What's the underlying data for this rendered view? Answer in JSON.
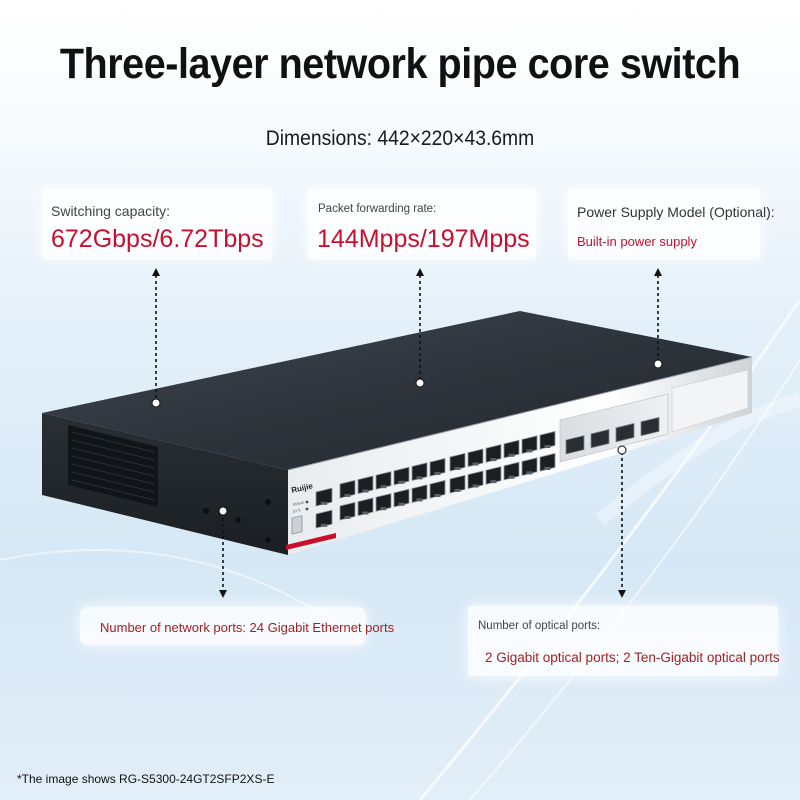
{
  "title": "Three-layer network pipe core switch",
  "dimensions": "Dimensions: 442×220×43.6mm",
  "specs": {
    "switching": {
      "label": "Switching capacity:",
      "value": "672Gbps/6.72Tbps"
    },
    "forwarding": {
      "label": "Packet forwarding rate:",
      "value": "144Mpps/197Mpps"
    },
    "power": {
      "label": "Power Supply Model (Optional):",
      "value": "Built-in power supply"
    },
    "network_ports": {
      "label": "Number of network ports: 24 Gigabit Ethernet ports"
    },
    "optical_ports": {
      "label": "Number of optical ports:",
      "value": "2 Gigabit optical ports; 2 Ten-Gigabit optical ports"
    }
  },
  "device": {
    "brand": "Ruijie",
    "model_tag": "RG-S5300-24GT2SFP2XS-E",
    "leds": [
      "Status",
      "SYS"
    ]
  },
  "footnote": "*The image shows RG-S5300-24GT2SFP2XS-E",
  "colors": {
    "accent": "#c8102e",
    "title": "#111111",
    "background": "#dcebf7"
  }
}
